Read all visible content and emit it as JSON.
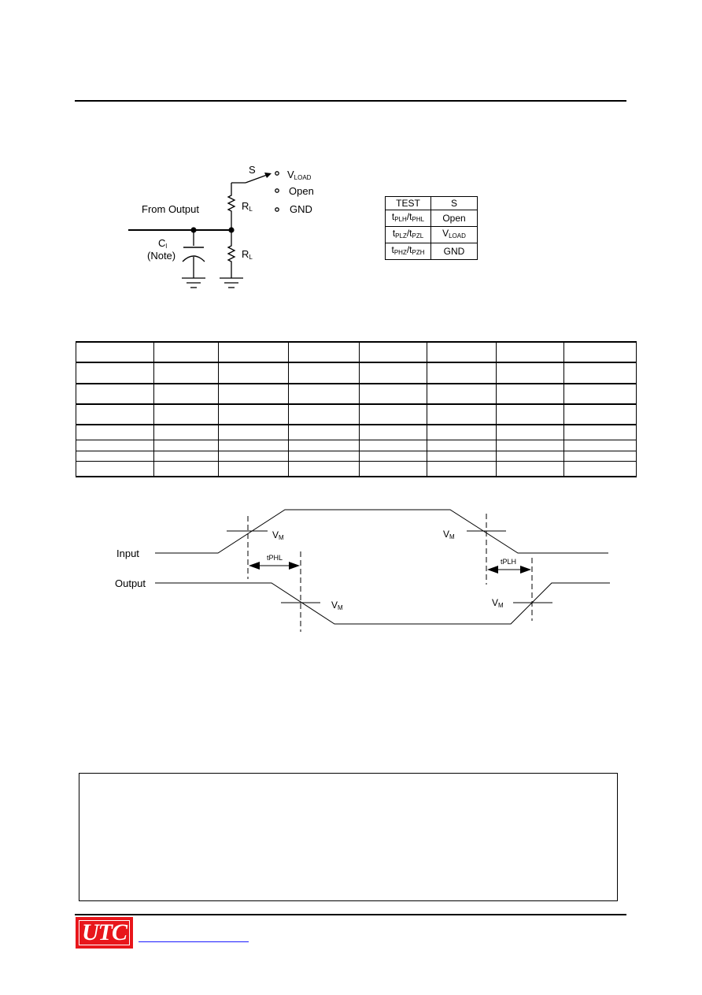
{
  "circuit": {
    "switch_label": "S",
    "vload_main": "V",
    "vload_sub": "LOAD",
    "open_label": "Open",
    "gnd_label": "GND",
    "from_output": "From Output",
    "rl_main": "R",
    "rl_sub": "L",
    "cl_main": "C",
    "cl_sub": "l",
    "note": "(Note)"
  },
  "test_table": {
    "header": [
      "TEST",
      "S"
    ],
    "rows": [
      {
        "t1_main": "t",
        "t1_sub": "PLH",
        "sep": "/",
        "t2_main": "t",
        "t2_sub": "PHL",
        "s": "Open",
        "s_sub": ""
      },
      {
        "t1_main": "t",
        "t1_sub": "PLZ",
        "sep": "/",
        "t2_main": "t",
        "t2_sub": "PZL",
        "s": "V",
        "s_sub": "LOAD"
      },
      {
        "t1_main": "t",
        "t1_sub": "PHZ",
        "sep": "/",
        "t2_main": "t",
        "t2_sub": "PZH",
        "s": "GND",
        "s_sub": ""
      }
    ]
  },
  "timing": {
    "input_label": "Input",
    "output_label": "Output",
    "vm_main": "V",
    "vm_sub": "M",
    "tphl": "tPHL",
    "tplh": "tPLH"
  },
  "colors": {
    "logo_red": "#e8161b",
    "link_blue": "#1a1aff"
  },
  "logo": {
    "text": "UTC"
  }
}
